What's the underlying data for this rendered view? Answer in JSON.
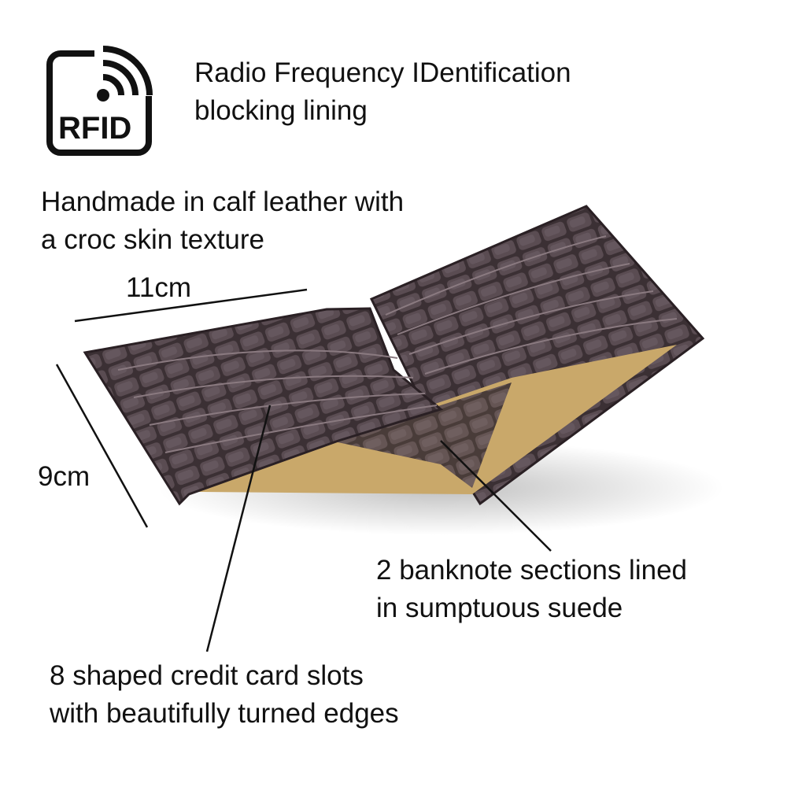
{
  "rfid_icon": {
    "label": "RFID",
    "icon": "rfid-signal-icon"
  },
  "rfid_text": {
    "line1": "Radio Frequency IDentification",
    "line2": "blocking lining"
  },
  "leather_text": {
    "line1": "Handmade in calf leather with",
    "line2": "a croc skin texture"
  },
  "dimensions": {
    "width": "11cm",
    "height": "9cm"
  },
  "banknote_text": {
    "line1": "2 banknote sections lined",
    "line2": "in sumptuous suede"
  },
  "cards_text": {
    "line1": "8 shaped credit card slots",
    "line2": "with beautifully turned edges"
  },
  "colors": {
    "leather": "#3b3034",
    "suede": "#c9a86a",
    "text": "#111111"
  }
}
